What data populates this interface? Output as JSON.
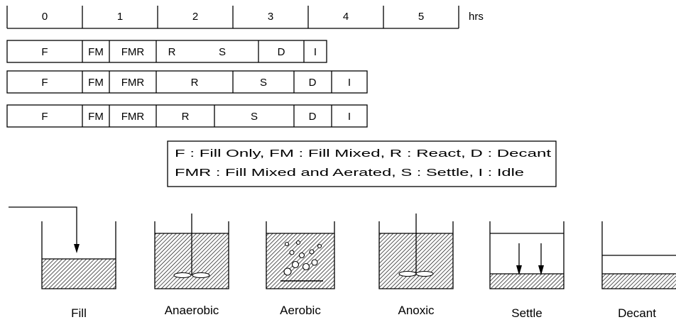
{
  "timeline": {
    "ticks": [
      "0",
      "1",
      "2",
      "3",
      "4",
      "5"
    ],
    "unit": "hrs"
  },
  "schedules": [
    {
      "phases": [
        "F",
        "FM",
        "FMR",
        "R",
        "S",
        "D",
        "I"
      ]
    },
    {
      "phases": [
        "F",
        "FM",
        "FMR",
        "R",
        "S",
        "D",
        "I"
      ]
    },
    {
      "phases": [
        "F",
        "FM",
        "FMR",
        "R",
        "S",
        "D",
        "I"
      ]
    }
  ],
  "legend": {
    "line1": "F  : Fill Only, FM : Fill Mixed,  R  : React, D  : Decant",
    "line2": "FMR : Fill Mixed and Aerated, S  : Settle,  I  : Idle"
  },
  "tanks": [
    {
      "label": "Fill",
      "icon": "fill-arrow-icon"
    },
    {
      "label": "Anaerobic",
      "icon": "mixer-icon"
    },
    {
      "label": "Aerobic",
      "icon": "aeration-bubbles-icon"
    },
    {
      "label": "Anoxic",
      "icon": "mixer-icon"
    },
    {
      "label": "Settle",
      "icon": "settling-arrows-icon"
    },
    {
      "label": "Decant",
      "icon": "decant-level-icon"
    }
  ]
}
